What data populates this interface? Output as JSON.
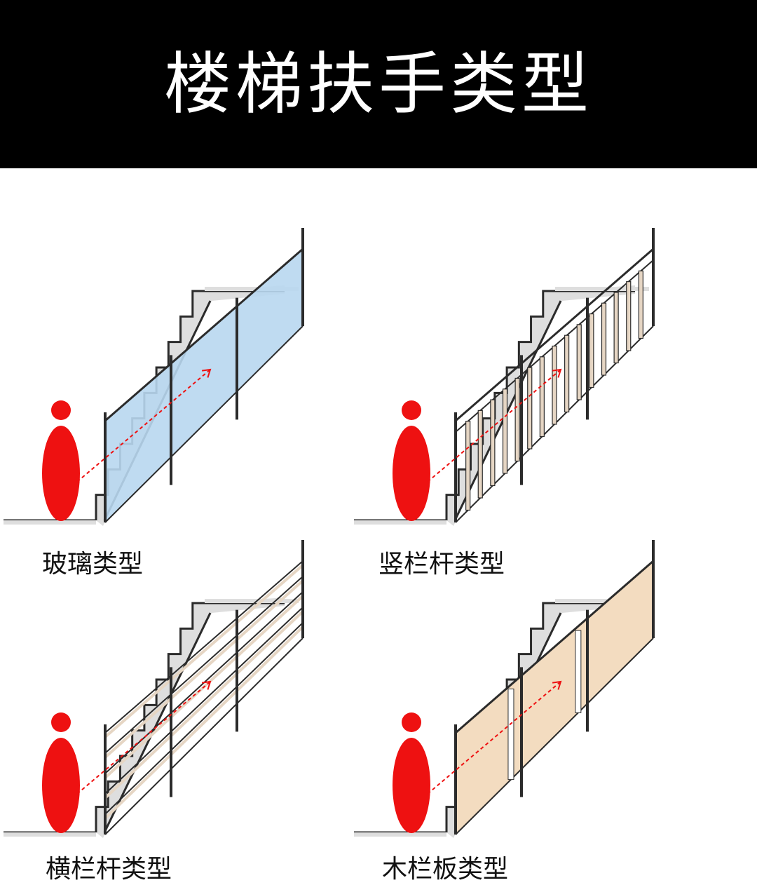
{
  "title": "楼梯扶手类型",
  "colors": {
    "figure": "#ee1111",
    "glass": "#b8d7ef",
    "wood": "#f3dcc0",
    "stair_shadow": "#dedede",
    "line": "#2b2b2b",
    "bar": "#e6d6c4"
  },
  "panels": [
    {
      "label": "玻璃类型",
      "style": "glass"
    },
    {
      "label": "竖栏杆类型",
      "style": "vertical"
    },
    {
      "label": "横栏杆类型",
      "style": "horizontal"
    },
    {
      "label": "木栏板类型",
      "style": "wood"
    }
  ]
}
